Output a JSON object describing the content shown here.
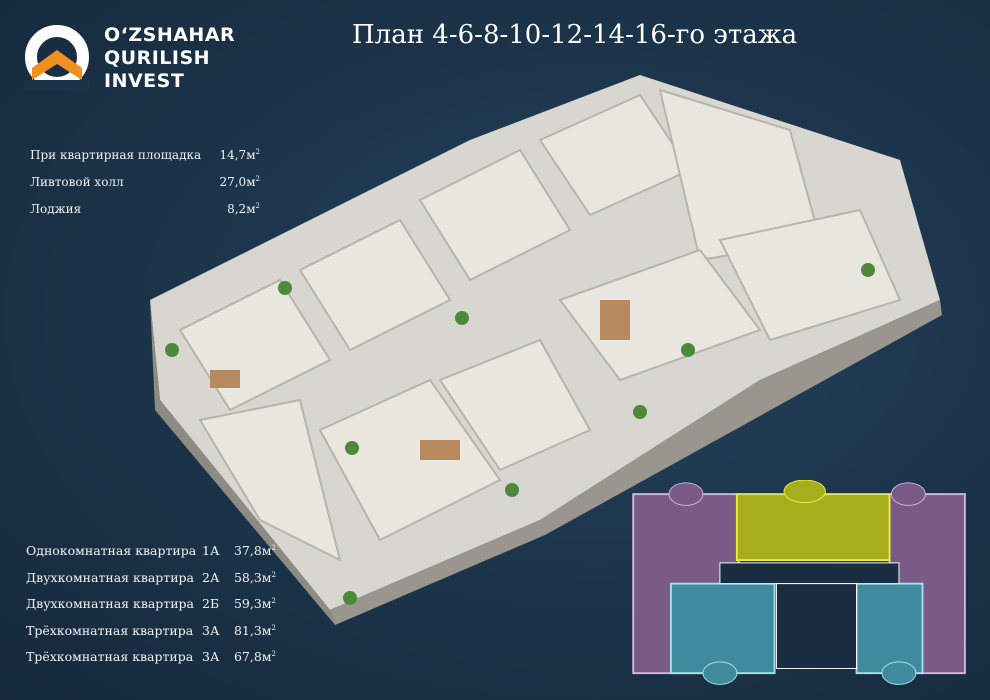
{
  "brand": {
    "line1": "O‘ZSHAHAR",
    "line2": "QURILISH",
    "line3": "INVEST"
  },
  "title": "План 4-6-8-10-12-14-16-го этажа",
  "common_areas": [
    {
      "label": "При квартирная площадка",
      "value": "14,7м",
      "unit_sup": "2"
    },
    {
      "label": "Ливтовой холл",
      "value": "27,0м",
      "unit_sup": "2"
    },
    {
      "label": "Лоджия",
      "value": "8,2м",
      "unit_sup": "2"
    }
  ],
  "apartments": [
    {
      "label": "Однокомнатная квартира",
      "code": "1А",
      "value": "37,8м",
      "unit_sup": "2"
    },
    {
      "label": "Двухкомнатная квартира",
      "code": "2А",
      "value": "58,3м",
      "unit_sup": "2"
    },
    {
      "label": "Двухкомнатная квартира",
      "code": "2Б",
      "value": "59,3м",
      "unit_sup": "2"
    },
    {
      "label": "Трёхкомнатная квартира",
      "code": "3А",
      "value": "81,3м",
      "unit_sup": "2"
    },
    {
      "label": "Трёхкомнатная квартира",
      "code": "3А",
      "value": "67,8м",
      "unit_sup": "2"
    }
  ],
  "colors": {
    "background": "#1b3349",
    "logo_orange": "#f0901e",
    "apartment_purple": "#7a5a86",
    "apartment_olive": "#a8ad1c",
    "apartment_teal": "#3f8a9c",
    "core": "#1a2c40"
  }
}
